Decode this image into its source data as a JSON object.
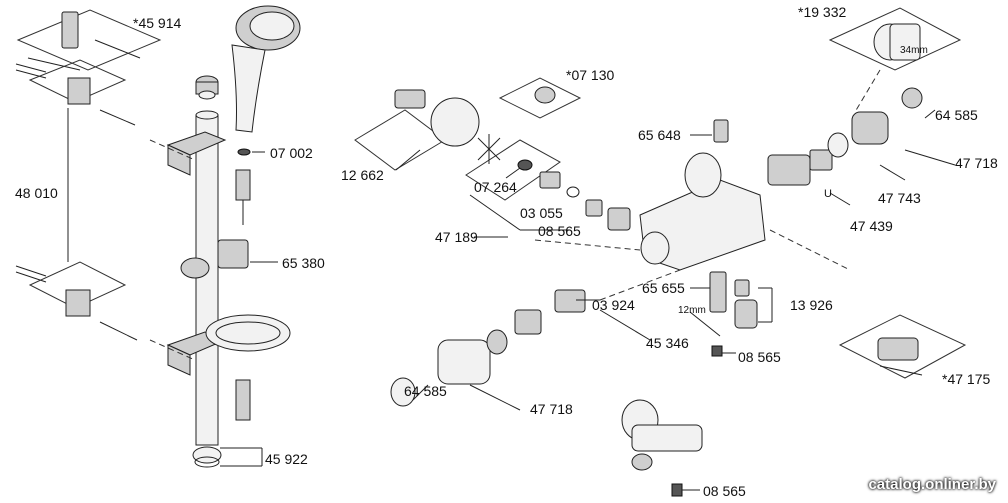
{
  "labels": {
    "l45914": "*45 914",
    "l07002": "07 002",
    "l48010": "48 010",
    "l65380": "65 380",
    "l45922": "45 922",
    "l07130": "*07 130",
    "l12662": "12 662",
    "l07264": "07 264",
    "l03055": "03 055",
    "l47189": "47 189",
    "l08565a": "08 565",
    "l65648": "65 648",
    "l19332": "*19 332",
    "l34mm": "34mm",
    "l64585a": "64 585",
    "l47718a": "47 718",
    "l47743": "47 743",
    "lU": "U",
    "l47439": "47 439",
    "l65655": "65 655",
    "l03924": "03 924",
    "l13926": "13 926",
    "l12mm": "12mm",
    "l45346": "45 346",
    "l08565b": "08 565",
    "l47175": "*47 175",
    "l64585b": "64 585",
    "l47718b": "47 718",
    "l08565c": "08 565"
  },
  "watermark": "catalog.onliner.by"
}
